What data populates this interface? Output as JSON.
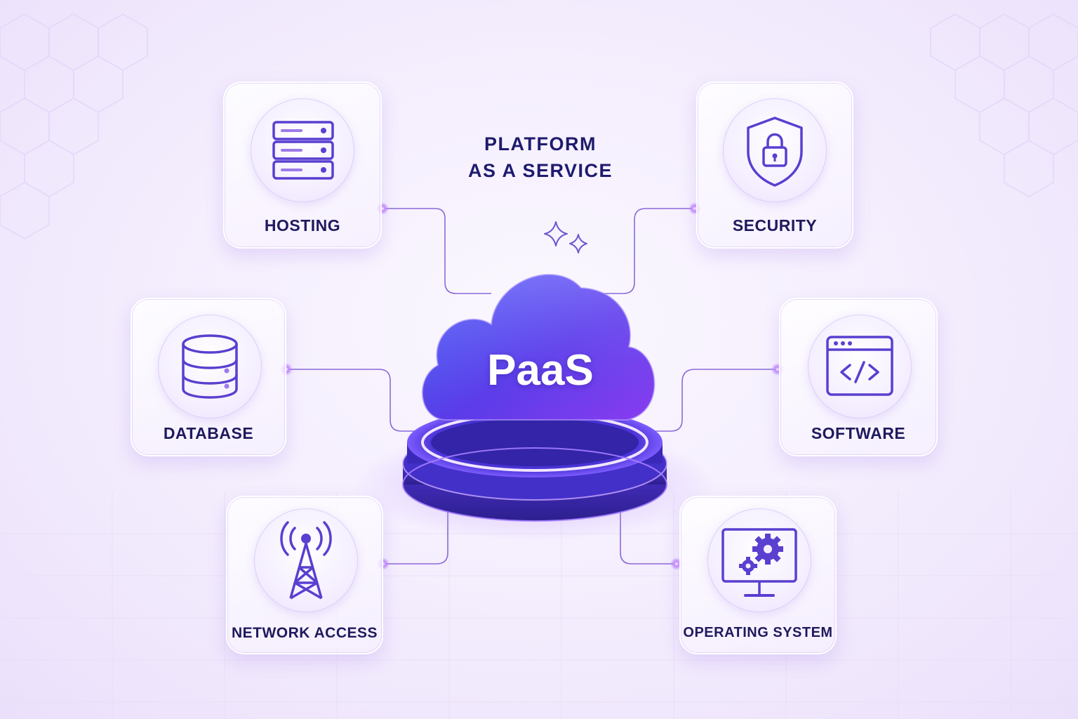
{
  "title": {
    "line1": "PLATFORM",
    "line2": "AS A SERVICE"
  },
  "center": {
    "label": "PaaS",
    "icon": "cloud-icon"
  },
  "cards": {
    "hosting": {
      "label": "HOSTING",
      "icon": "server-rack-icon"
    },
    "security": {
      "label": "SECURITY",
      "icon": "shield-lock-icon"
    },
    "database": {
      "label": "DATABASE",
      "icon": "database-icon"
    },
    "software": {
      "label": "SOFTWARE",
      "icon": "code-window-icon"
    },
    "network": {
      "label": "NETWORK ACCESS",
      "icon": "antenna-tower-icon"
    },
    "os": {
      "label": "OPERATING SYSTEM",
      "icon": "monitor-gears-icon"
    }
  },
  "colors": {
    "accent": "#6a3df0",
    "label": "#1f1a5e",
    "icon_stroke": "#5a3fd0",
    "connector": "#8a6ad8"
  }
}
